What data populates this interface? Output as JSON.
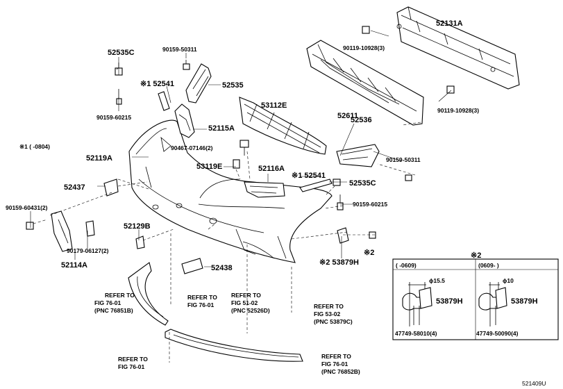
{
  "diagram_id": "521409U",
  "notes": {
    "note1": "※1 (    -0804)",
    "note2_header": "※2",
    "note2_left_range": "(      -0609)",
    "note2_right_range": "(0609-      )",
    "dia_left": "ϕ15.5",
    "dia_right": "ϕ10"
  },
  "labels": {
    "p52131A": "52131A",
    "p90119_top": "90119-10928(3)",
    "p90119_bottom": "90119-10928(3)",
    "p52611": "52611",
    "p52535C_top": "52535C",
    "p90159_50311_top": "90159-50311",
    "p52541_top": "※1 52541",
    "p52535": "52535",
    "p90159_60215_left": "90159-60215",
    "p53112E": "53112E",
    "p52115A": "52115A",
    "p90467": "90467-07146(2)",
    "p52536": "52536",
    "p90159_50311_right": "90159-50311",
    "p52119A": "52119A",
    "p53119E": "53119E",
    "p52116A": "52116A",
    "p52541_right": "※1 52541",
    "p52535C_right": "52535C",
    "p52437": "52437",
    "p90159_60215_right": "90159-60215",
    "p90159_60431": "90159-60431(2)",
    "p52129B": "52129B",
    "p90179": "90179-06127(2)",
    "p52114A": "52114A",
    "p53879H_main": "※2 53879H",
    "p52438": "52438",
    "p53879H_left": "53879H",
    "p53879H_right": "53879H",
    "p47749_58010": "47749-58010(4)",
    "p47749_50090": "47749-50090(4)",
    "note_star2_clip": "※2"
  },
  "refers": {
    "r1": [
      "REFER TO",
      "FIG 76-01",
      "(PNC 76851B)"
    ],
    "r2": [
      "REFER TO",
      "FIG 76-01"
    ],
    "r3": [
      "REFER TO",
      "FIG 51-02",
      "(PNC 52526D)"
    ],
    "r4": [
      "REFER TO",
      "FIG 53-02",
      "(PNC 53879C)"
    ],
    "r5": [
      "REFER TO",
      "FIG 76-01"
    ],
    "r6": [
      "REFER TO",
      "FIG 76-01",
      "(PNC 76852B)"
    ]
  }
}
